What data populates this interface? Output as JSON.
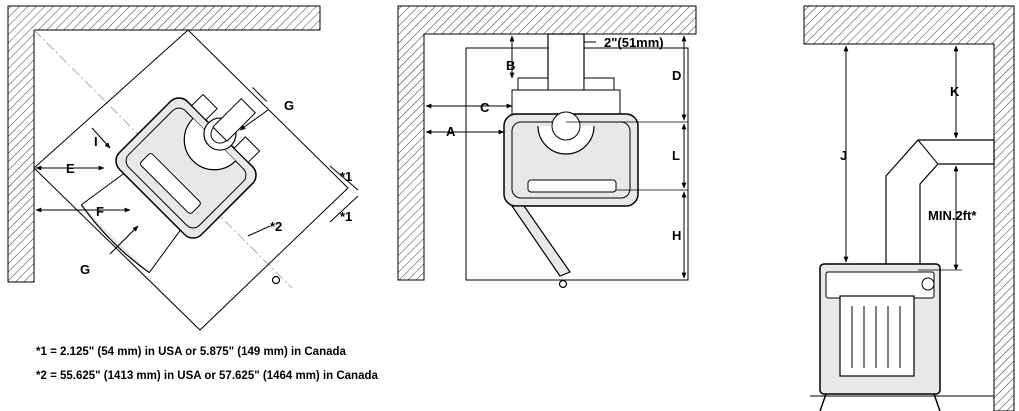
{
  "left_panel": {
    "labels": {
      "G_top": "G",
      "I": "I",
      "E": "E",
      "F": "F",
      "G_bottom": "G",
      "n1_top": "*1",
      "n1_bottom": "*1",
      "n2": "*2"
    }
  },
  "middle_panel": {
    "labels": {
      "B": "B",
      "C": "C",
      "A": "A",
      "D": "D",
      "L": "L",
      "H": "H",
      "flue_clearance": "2\"(51mm)"
    }
  },
  "right_panel": {
    "labels": {
      "K": "K",
      "J": "J",
      "min_height": "MIN.2ft*"
    }
  },
  "notes": {
    "note1": "*1 = 2.125\" (54 mm) in USA or 5.875\" (149 mm) in Canada",
    "note2": "*2 = 55.625\" (1413 mm) in USA or 57.625\" (1464 mm) in Canada"
  },
  "colors": {
    "line": "#000000",
    "background": "#ffffff",
    "stove_fill": "#e8e8e8"
  }
}
